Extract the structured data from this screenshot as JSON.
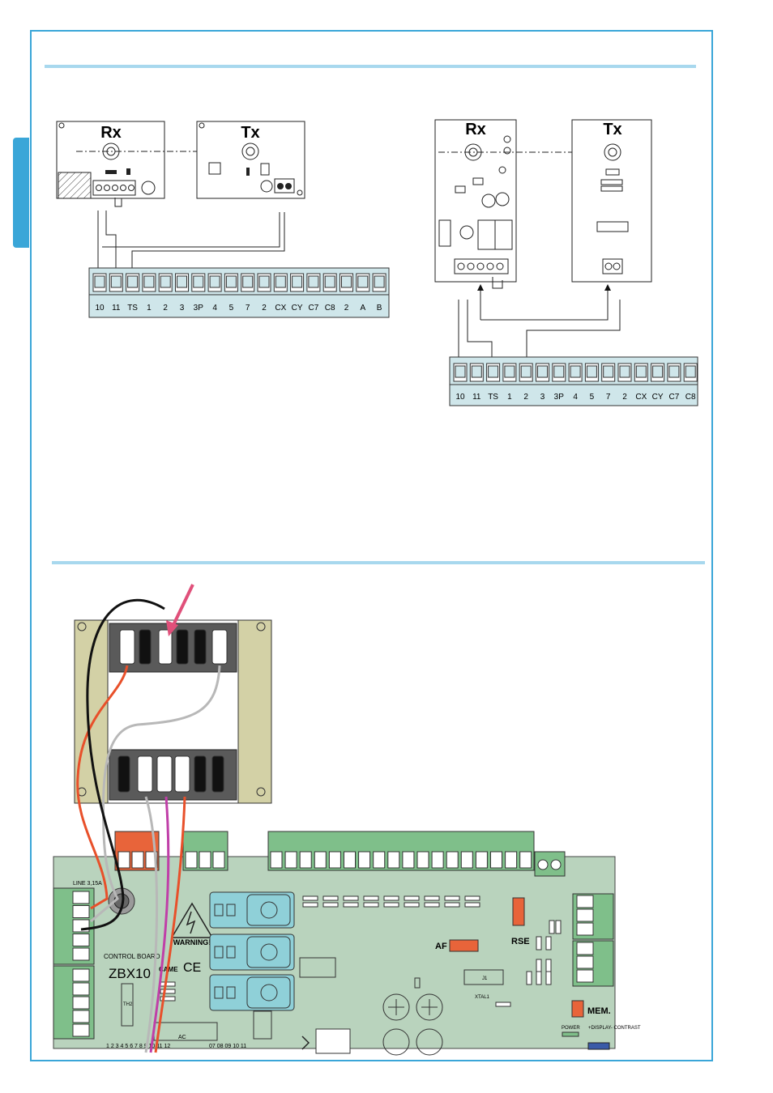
{
  "diagram_a": {
    "rx_label": "Rx",
    "tx_label": "Tx",
    "terminals": [
      "10",
      "11",
      "TS",
      "1",
      "2",
      "3",
      "3P",
      "4",
      "5",
      "7",
      "2",
      "CX",
      "CY",
      "C7",
      "C8",
      "2",
      "A",
      "B"
    ]
  },
  "diagram_b": {
    "rx_label": "Rx",
    "tx_label": "Tx",
    "terminals": [
      "10",
      "11",
      "TS",
      "1",
      "2",
      "3",
      "3P",
      "4",
      "5",
      "7",
      "2",
      "CX",
      "CY",
      "C7",
      "C8"
    ]
  },
  "board": {
    "line_label": "LINE 3,15A",
    "warning_label": "WARNING!",
    "control_board_label": "CONTROL BOARD",
    "model_label": "ZBX10",
    "came_label": "CAME",
    "ce_label": "CE",
    "af_label": "AF",
    "rse_label": "RSE",
    "mem_label": "MEM.",
    "power_label": "POWER",
    "display_contrast_label": "+DISPLAY-\nCONTRAST",
    "th2_label": "TH2",
    "j1_label": "J1",
    "xtal_label": "XTAL1",
    "ac_label": "AC",
    "bottom_terminals": "1 2 3 4 5 6 7 8 9 10 11 12",
    "bottom_terminals_2": "07 08 09 10 11"
  },
  "colors": {
    "accent": "#3aa6d8",
    "rule": "#a8d8ee",
    "terminal_strip": "#cfe6ea",
    "board": "#b9d3bd",
    "transformer": "#d3d1a6",
    "green_connector": "#7fbf8a",
    "orange_connector": "#e8643a",
    "blue_relay": "#8fd0d8",
    "wire_orange": "#e8502a",
    "wire_gray": "#b8b8b8",
    "wire_magenta": "#c03fa8",
    "arrow_pink": "#e0507a"
  }
}
